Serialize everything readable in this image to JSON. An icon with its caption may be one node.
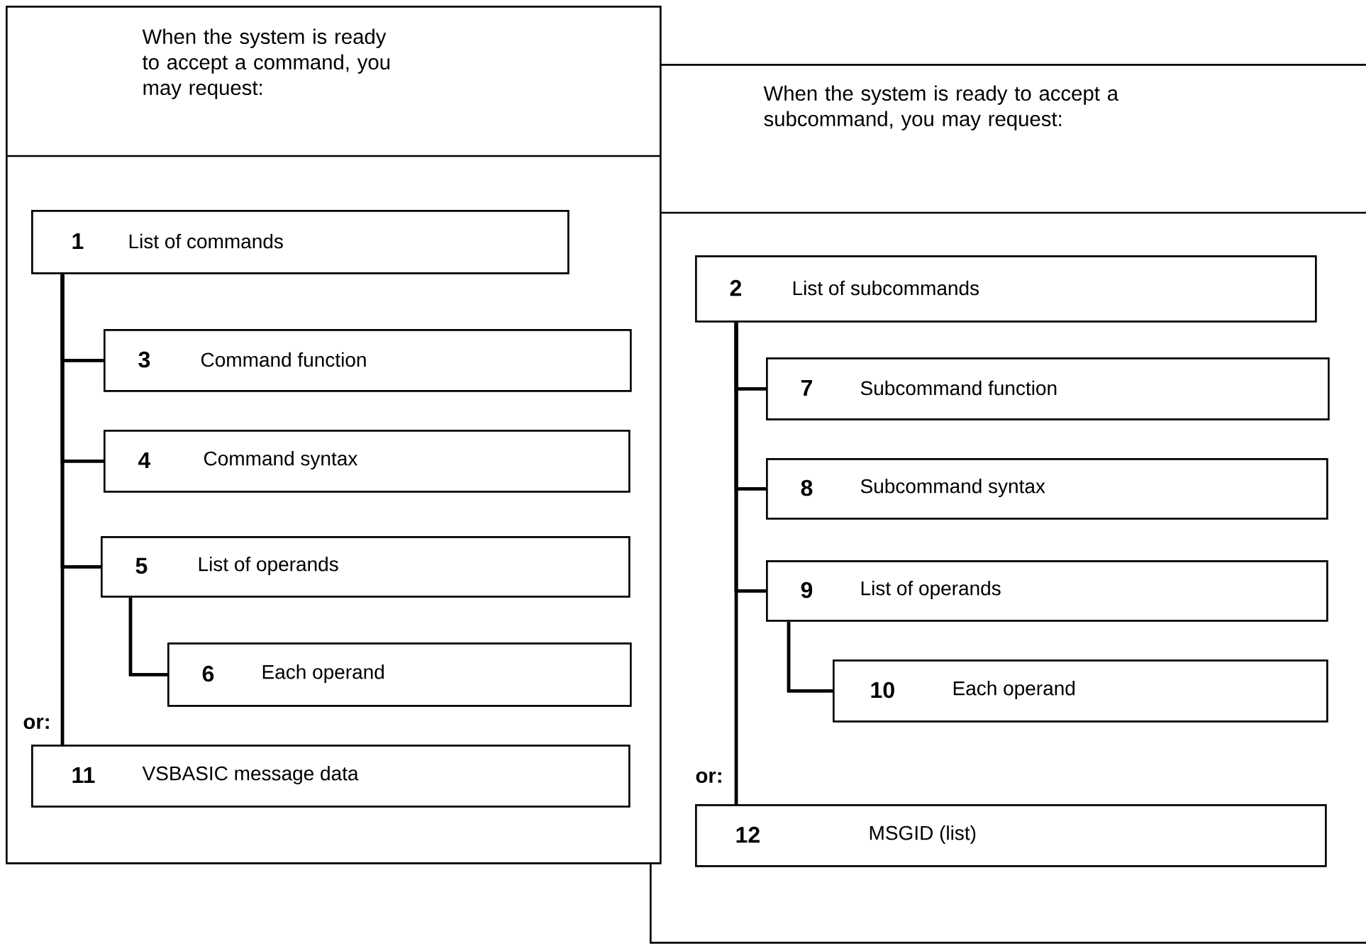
{
  "diagram": {
    "nodes": [
      {
        "text": [
          "When the system is ready to accept a command, you may request:"
        ]
      },
      {
        "text": [
          "1",
          "List of commands"
        ],
        "in": 0
      },
      {
        "text": [
          "3",
          "Command function"
        ],
        "in": 0
      },
      {
        "text": [
          "4",
          "Command syntax"
        ],
        "in": 0
      },
      {
        "text": [
          "5",
          "List of operands"
        ],
        "in": 0
      },
      {
        "text": [
          "6",
          "Each operand"
        ],
        "in": 0
      },
      {
        "text": [
          "11",
          "VSBASIC message data"
        ],
        "in": 0
      },
      {
        "text": [
          "When the system is ready to accept a subcommand, you may request:"
        ]
      },
      {
        "text": [
          "2",
          "List of subcommands"
        ],
        "in": 7
      },
      {
        "text": [
          "7",
          "Subcommand function"
        ],
        "in": 7
      },
      {
        "text": [
          "8",
          "Subcommand syntax"
        ],
        "in": 7
      },
      {
        "text": [
          "9",
          "List of operands"
        ],
        "in": 7
      },
      {
        "text": [
          "10",
          "Each operand"
        ],
        "in": 7
      },
      {
        "text": [
          "12",
          "MSGID (list)"
        ],
        "in": 7
      }
    ],
    "edges": [
      {
        "from": 1,
        "to": 2,
        "arrow": "none"
      },
      {
        "from": 1,
        "to": 3,
        "arrow": "none"
      },
      {
        "from": 1,
        "to": 4,
        "arrow": "none"
      },
      {
        "from": 4,
        "to": 5,
        "arrow": "none"
      },
      {
        "from": 1,
        "to": 6,
        "arrow": "none"
      },
      {
        "from": 8,
        "to": 9,
        "arrow": "none"
      },
      {
        "from": 8,
        "to": 10,
        "arrow": "none"
      },
      {
        "from": 8,
        "to": 11,
        "arrow": "none"
      },
      {
        "from": 11,
        "to": 12,
        "arrow": "none"
      },
      {
        "from": 8,
        "to": 13,
        "arrow": "none"
      }
    ],
    "labels": [
      "or:",
      "or:"
    ]
  }
}
